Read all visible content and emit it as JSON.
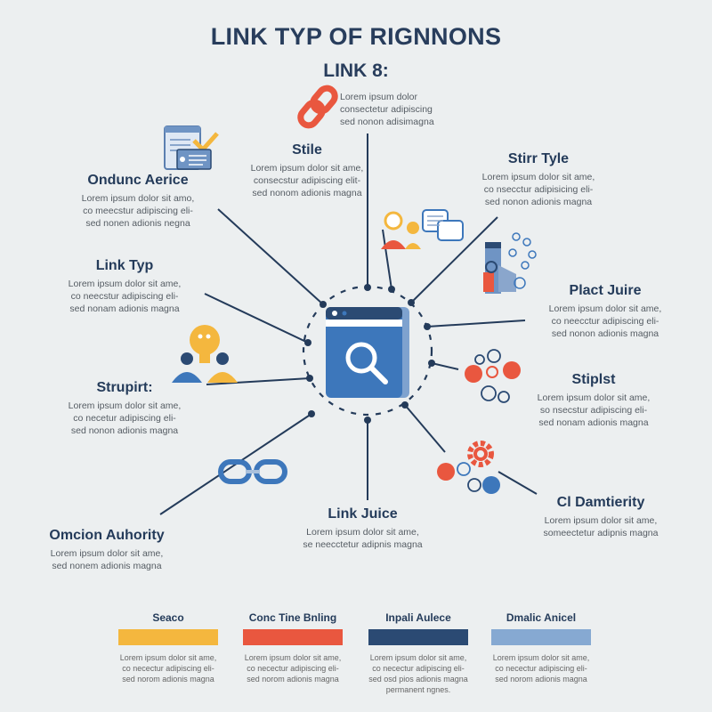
{
  "header": {
    "title": "LINK TYP OF RIGNNONS",
    "subtitle": "LINK 8:"
  },
  "center": {
    "icon": "browser-search-icon"
  },
  "nodes": [
    {
      "id": "top",
      "title": "",
      "text": "Lorem ipsum dolor\nconsectetur adipiscing\nsed nonon adisimagna",
      "icon": "chain-link-icon"
    },
    {
      "id": "ondunc",
      "title": "Ondunc Aerice",
      "text": "Lorem ipsum dolor sit amo,\nco meecstur adipiscing eli-\nsed nonen adionis negna",
      "icon": "document-check-icon"
    },
    {
      "id": "stile",
      "title": "Stile",
      "text": "Lorem ipsum dolor sit ame,\nconsecstur adipiscing elit-\nsed nonom adionis magna",
      "icon": ""
    },
    {
      "id": "stirtyle",
      "title": "Stirr Tyle",
      "text": "Lorem ipsum dolor sit ame,\nco nsecctur adipisicing eli-\nsed nonon adionis magna",
      "icon": "people-chat-icon"
    },
    {
      "id": "linktyp",
      "title": "Link Typ",
      "text": "Lorem ipsum dolor sit ame,\nco neecstur adipiscing eli-\nsed nonam adionis magna",
      "icon": ""
    },
    {
      "id": "plact",
      "title": "Plact Juire",
      "text": "Lorem ipsum dolor sit ame,\nco neecctur adipiscing eli-\nsed nonon adionis magna",
      "icon": "tools-network-icon"
    },
    {
      "id": "strupirt",
      "title": "Strupirt:",
      "text": "Lorem ipsum dolor sit ame,\nco necetur adipiscing eli-\nsed nonon adionis magna",
      "icon": "idea-people-icon"
    },
    {
      "id": "stiplst",
      "title": "Stiplst",
      "text": "Lorem ipsum dolor sit ame,\nso nsecstur adipiscing eli-\nsed nonam adionis magna",
      "icon": "molecule-icon"
    },
    {
      "id": "cl",
      "title": "Cl  Damtierity",
      "text": "Lorem ipsum dolor sit ame,\nsomeectetur adipnis magna",
      "icon": "gear-nodes-icon"
    },
    {
      "id": "linkjuice",
      "title": "Link Juice",
      "text": "Lorem ipsum dolor sit ame,\nse neecctetur adipnis magna",
      "icon": "chain-link-blue-icon"
    },
    {
      "id": "omcion",
      "title": "Omcion Auhority",
      "text": "Lorem ipsum dolor sit ame,\nsed nonem adionis magna",
      "icon": ""
    }
  ],
  "legend": [
    {
      "title": "Seaco",
      "color": "#f4b73e",
      "text": "Lorem ipsum dolor sit ame,\nco necectur adipiscing eli-\nsed norom adionis magna"
    },
    {
      "title": "Conc Tine Bnling",
      "color": "#e9573f",
      "text": "Lorem ipsum dolor sit ame,\nco necectur adipiscing eli-\nsed norom adionis magna"
    },
    {
      "title": "Inpali Aulece",
      "color": "#2b4a73",
      "text": "Lorem ipsum dolor sit ame,\nco necectur adipiscing eli-\nsed osd pios adionis magna\npermanent ngnes."
    },
    {
      "title": "Dmalic Anicel",
      "color": "#86a9d2",
      "text": "Lorem ipsum dolor sit ame,\nco necectur adipiscing eli-\nsed norom adionis magna"
    }
  ],
  "colors": {
    "navy": "#243b5a",
    "blue": "#3d77bb",
    "orange": "#e9573f",
    "yellow": "#f4b73e",
    "light_blue": "#86a9d2",
    "bg": "#eceff0"
  }
}
